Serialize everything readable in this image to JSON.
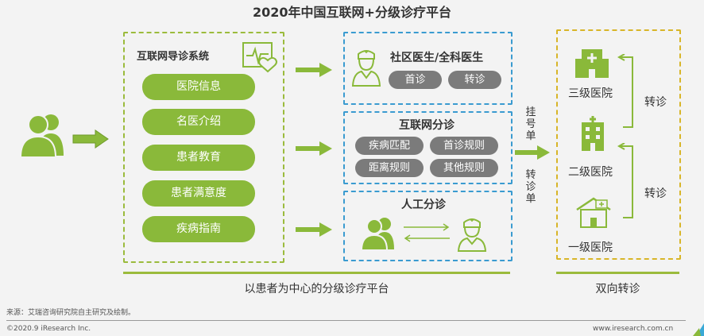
{
  "title": "2020年中国互联网+分级诊疗平台",
  "guide_system": {
    "label": "互联网导诊系统",
    "items": [
      "医院信息",
      "名医介绍",
      "患者教育",
      "患者满意度",
      "疾病指南"
    ]
  },
  "community": {
    "label": "社区医生/全科医生",
    "buttons": [
      "首诊",
      "转诊"
    ]
  },
  "internet_triage": {
    "label": "互联网分诊",
    "buttons": [
      "疾病匹配",
      "首诊规则",
      "距离规则",
      "其他规则"
    ]
  },
  "manual_triage": {
    "label": "人工分诊"
  },
  "registration_label": "挂号单",
  "referral_label": "转诊单",
  "hospitals": {
    "tier3": "三级医院",
    "tier2": "二级医院",
    "tier1": "一级医院",
    "referral_top": "转诊",
    "referral_bottom": "转诊"
  },
  "platform_caption": "以患者为中心的分级诊疗平台",
  "bidirectional_caption": "双向转诊",
  "source": "来源：艾瑞咨询研究院自主研究及绘制。",
  "copyright": "©2020.9 iResearch Inc.",
  "website": "www.iresearch.com.cn",
  "colors": {
    "green": "#8ab93a",
    "blue": "#3a9bd0",
    "yellow": "#d8b528",
    "gray": "#7b7b7b"
  }
}
